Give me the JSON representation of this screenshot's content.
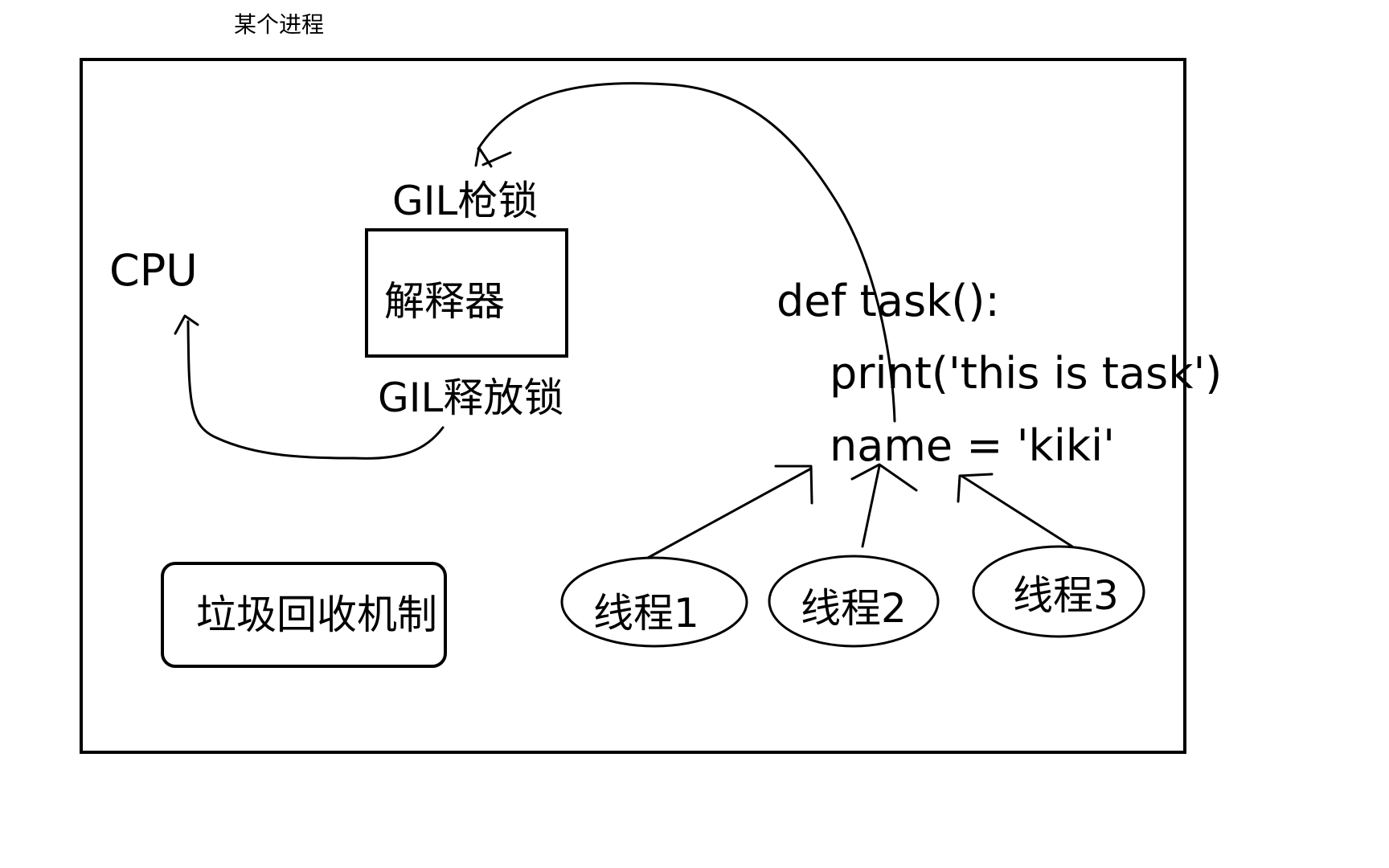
{
  "caption": "某个进程",
  "labels": {
    "cpu": "CPU",
    "gil_acquire": "GIL枪锁",
    "interpreter": "解释器",
    "gil_release": "GIL释放锁",
    "gc": "垃圾回收机制"
  },
  "code": {
    "line1": "def task():",
    "line2": "print('this is task')",
    "line3": "name = 'kiki'"
  },
  "threads": [
    "线程1",
    "线程2",
    "线程3"
  ],
  "colors": {
    "ink": "#000000",
    "background": "#ffffff"
  }
}
